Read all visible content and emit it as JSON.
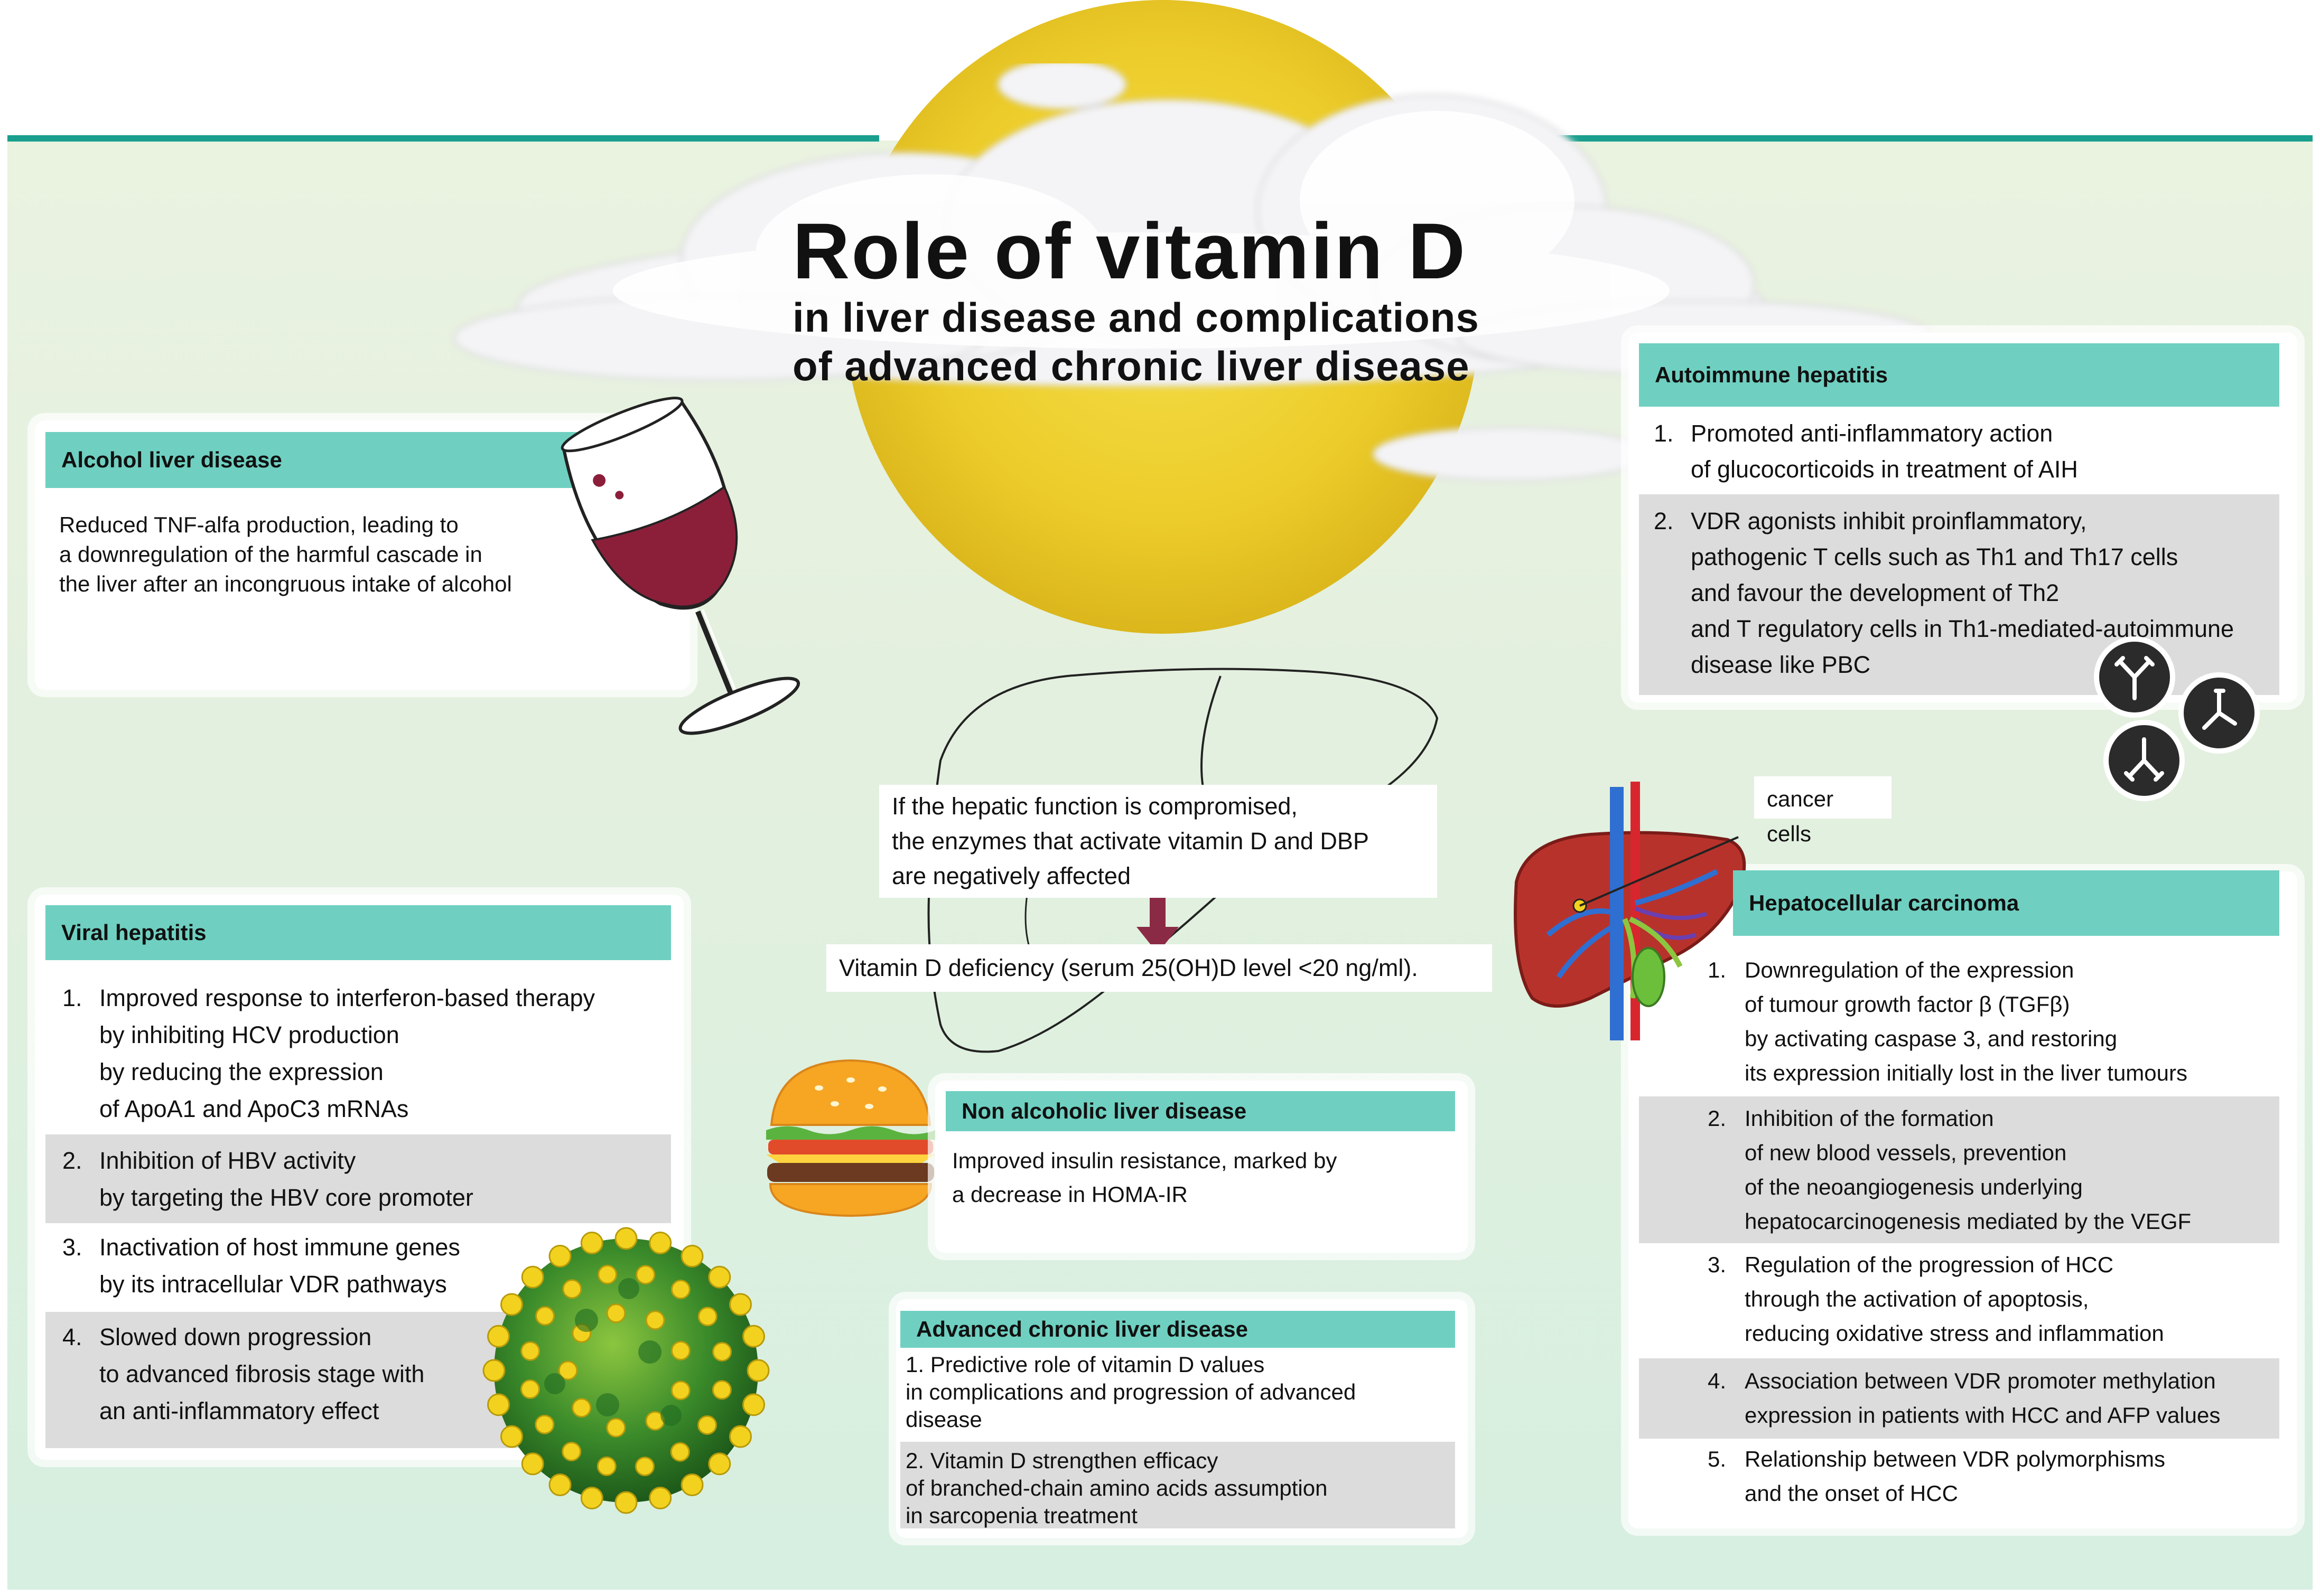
{
  "title": {
    "main": "Role of vitamin D",
    "sub_line1": "in liver disease and complications",
    "sub_line2": "of advanced chronic liver disease"
  },
  "colors": {
    "header_teal": "#6fd0c1",
    "top_line": "#1a9f8e",
    "sun": "#eccc2a",
    "background_green": "#e3f0df"
  },
  "alcohol": {
    "heading": "Alcohol liver disease",
    "text_lines": [
      "Reduced TNF-alfa production, leading to",
      "a downregulation of the harmful cascade in",
      "the liver after an incongruous intake of alcohol"
    ]
  },
  "viral": {
    "heading": "Viral hepatitis",
    "items": [
      {
        "num": "1.",
        "lines": [
          "Improved response to interferon-based therapy",
          "by inhibiting HCV production",
          "by reducing the expression",
          "of ApoA1 and ApoC3 mRNAs"
        ]
      },
      {
        "num": "2.",
        "lines": [
          "Inhibition of HBV activity",
          "by targeting the HBV core promoter"
        ]
      },
      {
        "num": "3.",
        "lines": [
          "Inactivation of host immune genes",
          "by its intracellular VDR pathways"
        ]
      },
      {
        "num": "4.",
        "lines": [
          "Slowed down progression",
          "to advanced fibrosis stage with",
          "an anti-inflammatory effect"
        ]
      }
    ]
  },
  "autoimmune": {
    "heading": "Autoimmune hepatitis",
    "items": [
      {
        "num": "1.",
        "lines": [
          "Promoted anti-inflammatory action",
          "of glucocorticoids in treatment of AIH"
        ]
      },
      {
        "num": "2.",
        "lines": [
          "VDR agonists inhibit proinflammatory,",
          "pathogenic T cells such as Th1 and Th17 cells",
          "and favour the development of Th2",
          "and T regulatory cells in Th1-mediated-autoimmune",
          "disease like PBC"
        ]
      }
    ]
  },
  "center": {
    "hepatic_lines": [
      "If the hepatic function is compromised,",
      "the enzymes that activate vitamin D and DBP",
      "are negatively affected"
    ],
    "deficiency": "Vitamin D deficiency (serum 25(OH)D level <20 ng/ml)."
  },
  "nafld": {
    "heading": "Non alcoholic liver disease",
    "text_lines": [
      "Improved insulin resistance, marked by",
      "a decrease in  HOMA-IR"
    ]
  },
  "acld": {
    "heading": "Advanced chronic liver disease",
    "item1_lines": [
      "1. Predictive role of vitamin D values",
      "in complications and progression of advanced",
      "disease"
    ],
    "item2_lines": [
      "2. Vitamin D strengthen efficacy",
      "of branched-chain amino acids assumption",
      "in sarcopenia treatment"
    ]
  },
  "hcc": {
    "label": "cancer cells",
    "heading": "Hepatocellular carcinoma",
    "items": [
      {
        "num": "1.",
        "lines": [
          "Downregulation of the expression",
          "of tumour growth factor β (TGFβ)",
          "by activating caspase 3, and restoring",
          "its expression initially lost in the liver tumours"
        ]
      },
      {
        "num": "2.",
        "lines": [
          "Inhibition of the formation",
          "of new blood vessels, prevention",
          "of the neoangiogenesis underlying",
          "hepatocarcinogenesis mediated by the VEGF"
        ]
      },
      {
        "num": "3.",
        "lines": [
          "Regulation of the progression of HCC",
          "through the activation of apoptosis,",
          "reducing oxidative stress and inflammation"
        ]
      },
      {
        "num": "4.",
        "lines": [
          "Association between VDR promoter methylation",
          "expression in patients with HCC and AFP values"
        ]
      },
      {
        "num": "5.",
        "lines": [
          "Relationship between VDR polymorphisms",
          "and the onset of HCC"
        ]
      }
    ]
  }
}
